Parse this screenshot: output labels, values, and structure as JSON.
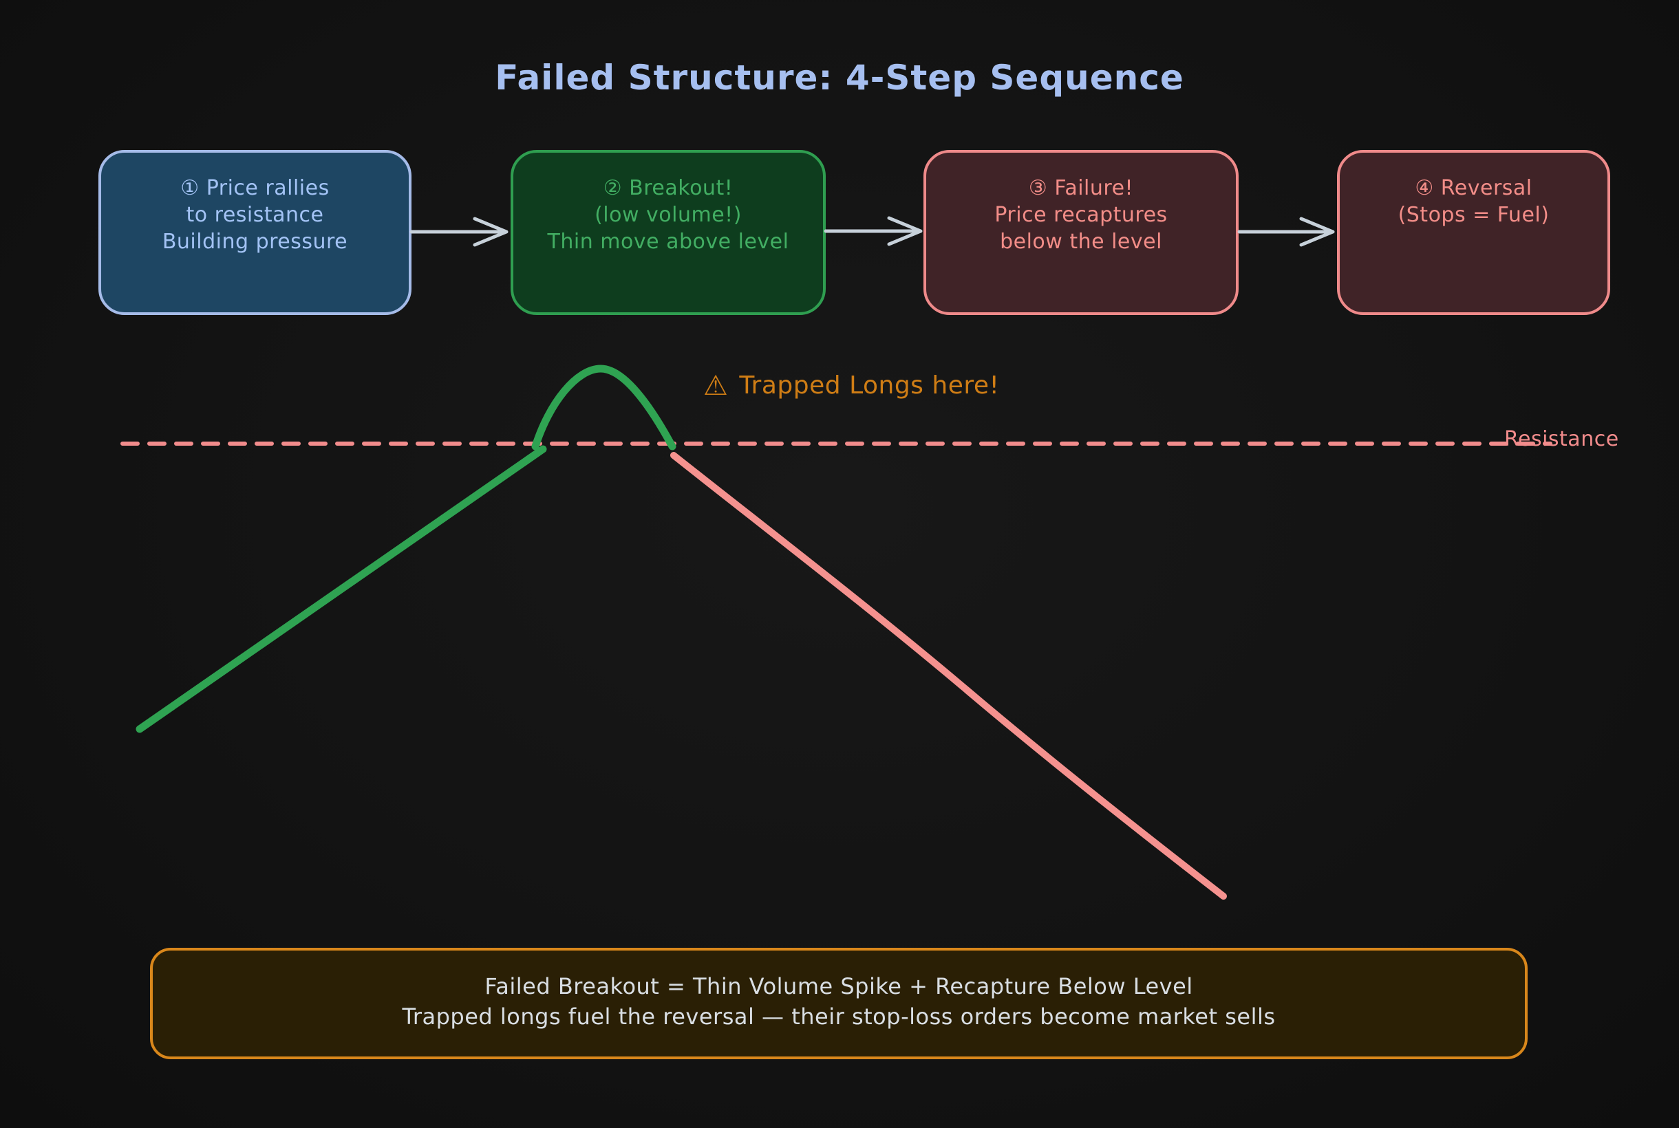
{
  "title": "Failed Structure: 4-Step Sequence",
  "steps": [
    {
      "theme": "blue",
      "lines": [
        "① Price rallies",
        "to resistance",
        "Building pressure"
      ]
    },
    {
      "theme": "green",
      "lines": [
        "② Breakout!",
        "(low volume!)",
        "Thin move above level"
      ]
    },
    {
      "theme": "red",
      "lines": [
        "③ Failure!",
        "Price recaptures",
        "below the level"
      ]
    },
    {
      "theme": "red",
      "lines": [
        "④ Reversal",
        "(Stops = Fuel)"
      ]
    }
  ],
  "annotations": {
    "warning_icon": "⚠",
    "trapped_longs": "Trapped Longs here!",
    "resistance_label": "Resistance"
  },
  "summary": {
    "line1": "Failed Breakout = Thin Volume Spike + Recapture Below Level",
    "line2": "Trapped longs fuel the reversal — their stop-loss orders become market sells"
  },
  "colors": {
    "background": "#131313",
    "title": "#a6bff0",
    "step_blue_fill": "#1e4663",
    "step_blue_border": "#a5bbe8",
    "step_blue_text": "#a3c3f5",
    "step_green_fill": "#0e3d1e",
    "step_green_border": "#2f9e50",
    "step_green_text": "#42ae63",
    "step_red_fill": "#402327",
    "step_red_border": "#ef8a8a",
    "step_red_text": "#f28d88",
    "arrow": "#c7d1da",
    "warning": "#cf7d15",
    "resistance": "#f28c8c",
    "rally_line": "#2fa352",
    "selloff_line": "#f5928f",
    "summary_border": "#d9871b",
    "summary_fill": "#2a1f05",
    "summary_text": "#d9dee3"
  }
}
